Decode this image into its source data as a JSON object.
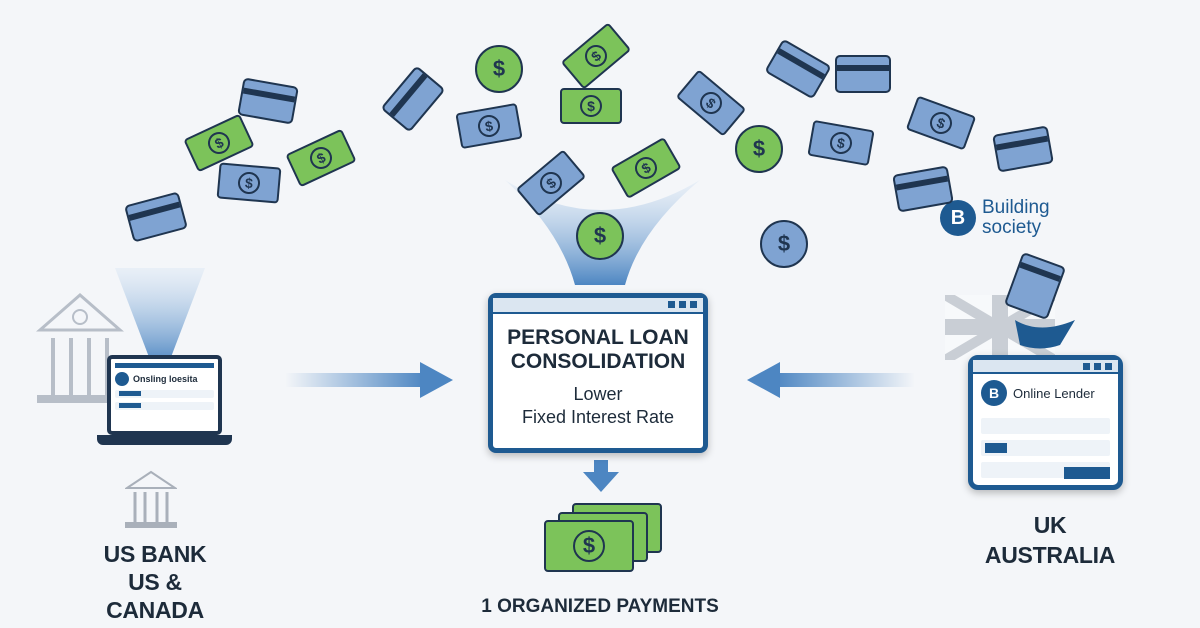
{
  "center": {
    "title_line1": "PERSONAL LOAN",
    "title_line2": "CONSOLIDATION",
    "subtitle_line1": "Lower",
    "subtitle_line2": "Fixed Interest Rate"
  },
  "bottom_center": {
    "label": "1 ORGANIZED PAYMENTS",
    "currency_symbol": "$"
  },
  "left": {
    "label_line1": "US BANK",
    "label_line2": "US & CANADA",
    "laptop_title": "Onsling loesita"
  },
  "right": {
    "label_line1": "UK",
    "label_line2": "AUSTRALIA",
    "window_title": "Online Lender",
    "logo_letter": "B"
  },
  "building_society": {
    "line1": "Building",
    "line2": "society",
    "logo_letter": "B"
  },
  "colors": {
    "primary": "#1e5a91",
    "green": "#7cc35a",
    "light_blue": "#7fa3d2",
    "navy": "#1f3550"
  },
  "icons": [
    "dollar-bill-icon",
    "credit-card-icon",
    "coin-icon",
    "bank-icon",
    "laptop-icon",
    "uk-flag-icon",
    "arrow-right-icon",
    "arrow-left-icon",
    "arrow-down-icon"
  ]
}
